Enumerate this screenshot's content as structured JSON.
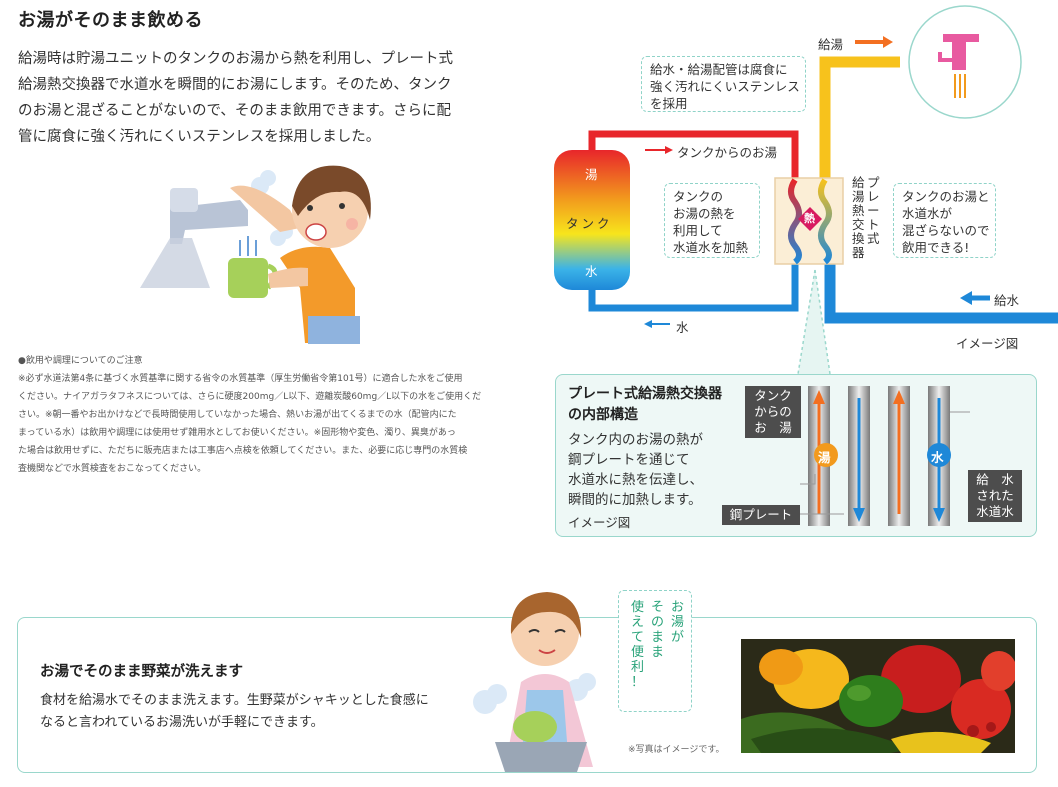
{
  "section1": {
    "title": "お湯がそのまま飲める",
    "intro_lines": [
      "給湯時は貯湯ユニットのタンクのお湯から熱を利用し、プレート式",
      "給湯熱交換器で水道水を瞬間的にお湯にします。そのため、タンク",
      "のお湯と混ざることがないので、そのまま飲用できます。さらに配",
      "管に腐食に強く汚れにくいステンレスを採用しました。"
    ],
    "notes": [
      "●飲用や調理についてのご注意",
      "※必ず水道法第4条に基づく水質基準に関する省令の水質基準（厚生労働省令第101号）に適合した水をご使用",
      "ください。ナイアガラタフネスについては、さらに硬度200mg／L以下、遊離炭酸60mg／L以下の水をご使用くだ",
      "さい。※朝一番やお出かけなどで長時間使用していなかった場合、熱いお湯が出てくるまでの水（配管内にた",
      "まっている水）は飲用や調理には使用せず雑用水としてお使いください。※固形物や変色、濁り、異臭があっ",
      "た場合は飲用せずに、ただちに販売店または工事店へ点検を依頼してください。また、必要に応じ専門の水質検",
      "査機関などで水質検査をおこなってください。"
    ]
  },
  "diagram": {
    "label_kyuto": "給湯",
    "note_pipe": [
      "給水・給湯配管は腐食に",
      "強く汚れにくいステンレス",
      "を採用"
    ],
    "label_from_tank": "タンクからのお湯",
    "tank_top": "湯",
    "tank_mid": "タンク",
    "tank_bottom": "水",
    "note_heat": [
      "タンクの",
      "お湯の熱を",
      "利用して",
      "水道水を加熱"
    ],
    "badge_netsu": "熱",
    "exchanger_col1": [
      "給",
      "湯",
      "熱",
      "交",
      "換",
      "器"
    ],
    "exchanger_col2": [
      "プ",
      "レ",
      "ー",
      "ト",
      "式"
    ],
    "note_mix": [
      "タンクのお湯と",
      "水道水が",
      "混ざらないので",
      "飲用できる!"
    ],
    "label_water_in": "給水",
    "label_water_out": "水",
    "label_image": "イメージ図"
  },
  "inner": {
    "title_lines": [
      "プレート式給湯熱交換器",
      "の内部構造"
    ],
    "desc_lines": [
      "タンク内のお湯の熱が",
      "鋼プレートを通じて",
      "水道水に熱を伝達し、",
      "瞬間的に加熱します。"
    ],
    "image_label": "イメージ図",
    "tank_hot_lines": [
      "タンク",
      "からの",
      "お　湯"
    ],
    "badge_hot": "湯",
    "badge_cold": "水",
    "steel_plate": "鋼プレート",
    "water_supplied_lines": [
      "給　水",
      "された",
      "水道水"
    ]
  },
  "section2": {
    "title": "お湯でそのまま野菜が洗えます",
    "body_lines": [
      "食材を給湯水でそのまま洗えます。生野菜がシャキッとした食感に",
      "なると言われているお湯洗いが手軽にできます。"
    ],
    "bubble_col1": [
      "お",
      "湯",
      "が"
    ],
    "bubble_col2": [
      "そ",
      "の",
      "ま",
      "ま"
    ],
    "bubble_col3": [
      "使",
      "え",
      "て",
      "便",
      "利",
      "！"
    ],
    "photo_caption": "※写真はイメージです。"
  },
  "colors": {
    "hot": "#f29a1d",
    "cold": "#1e88d8",
    "pipe_red": "#e8262b",
    "teal": "#8fd3c8",
    "orange_arrow": "#f36f21"
  }
}
